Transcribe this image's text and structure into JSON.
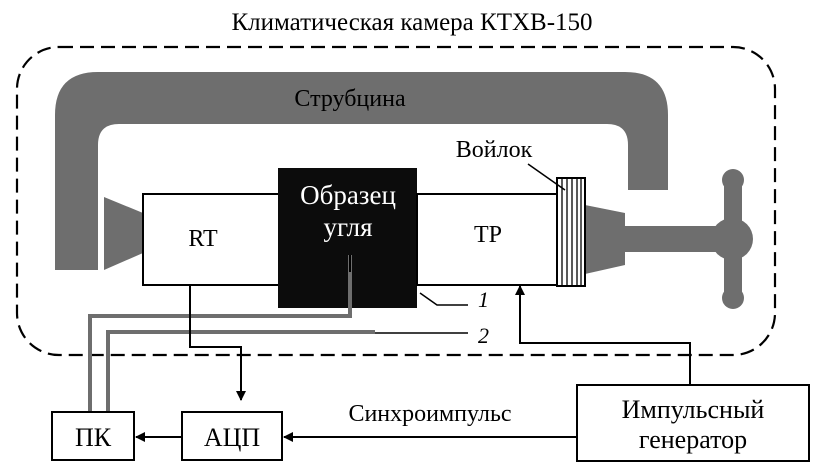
{
  "diagram": {
    "chamber_title": "Климатическая камера КТХВ-150",
    "clamp_label": "Струбцина",
    "felt_label": "Войлок",
    "rt_label": "RT",
    "tp_label": "TP",
    "sample_label_line1": "Образец",
    "sample_label_line2": "угля",
    "callout_1": "1",
    "callout_2": "2",
    "pc_label": "ПК",
    "adc_label": "АЦП",
    "sync_label": "Синхроимпульс",
    "generator_line1": "Импульсный",
    "generator_line2": "генератор"
  },
  "colors": {
    "clamp": "#6e6e6e",
    "sample": "#0c0c0c",
    "lines": "#000000",
    "cables": "#6e6e6e"
  }
}
